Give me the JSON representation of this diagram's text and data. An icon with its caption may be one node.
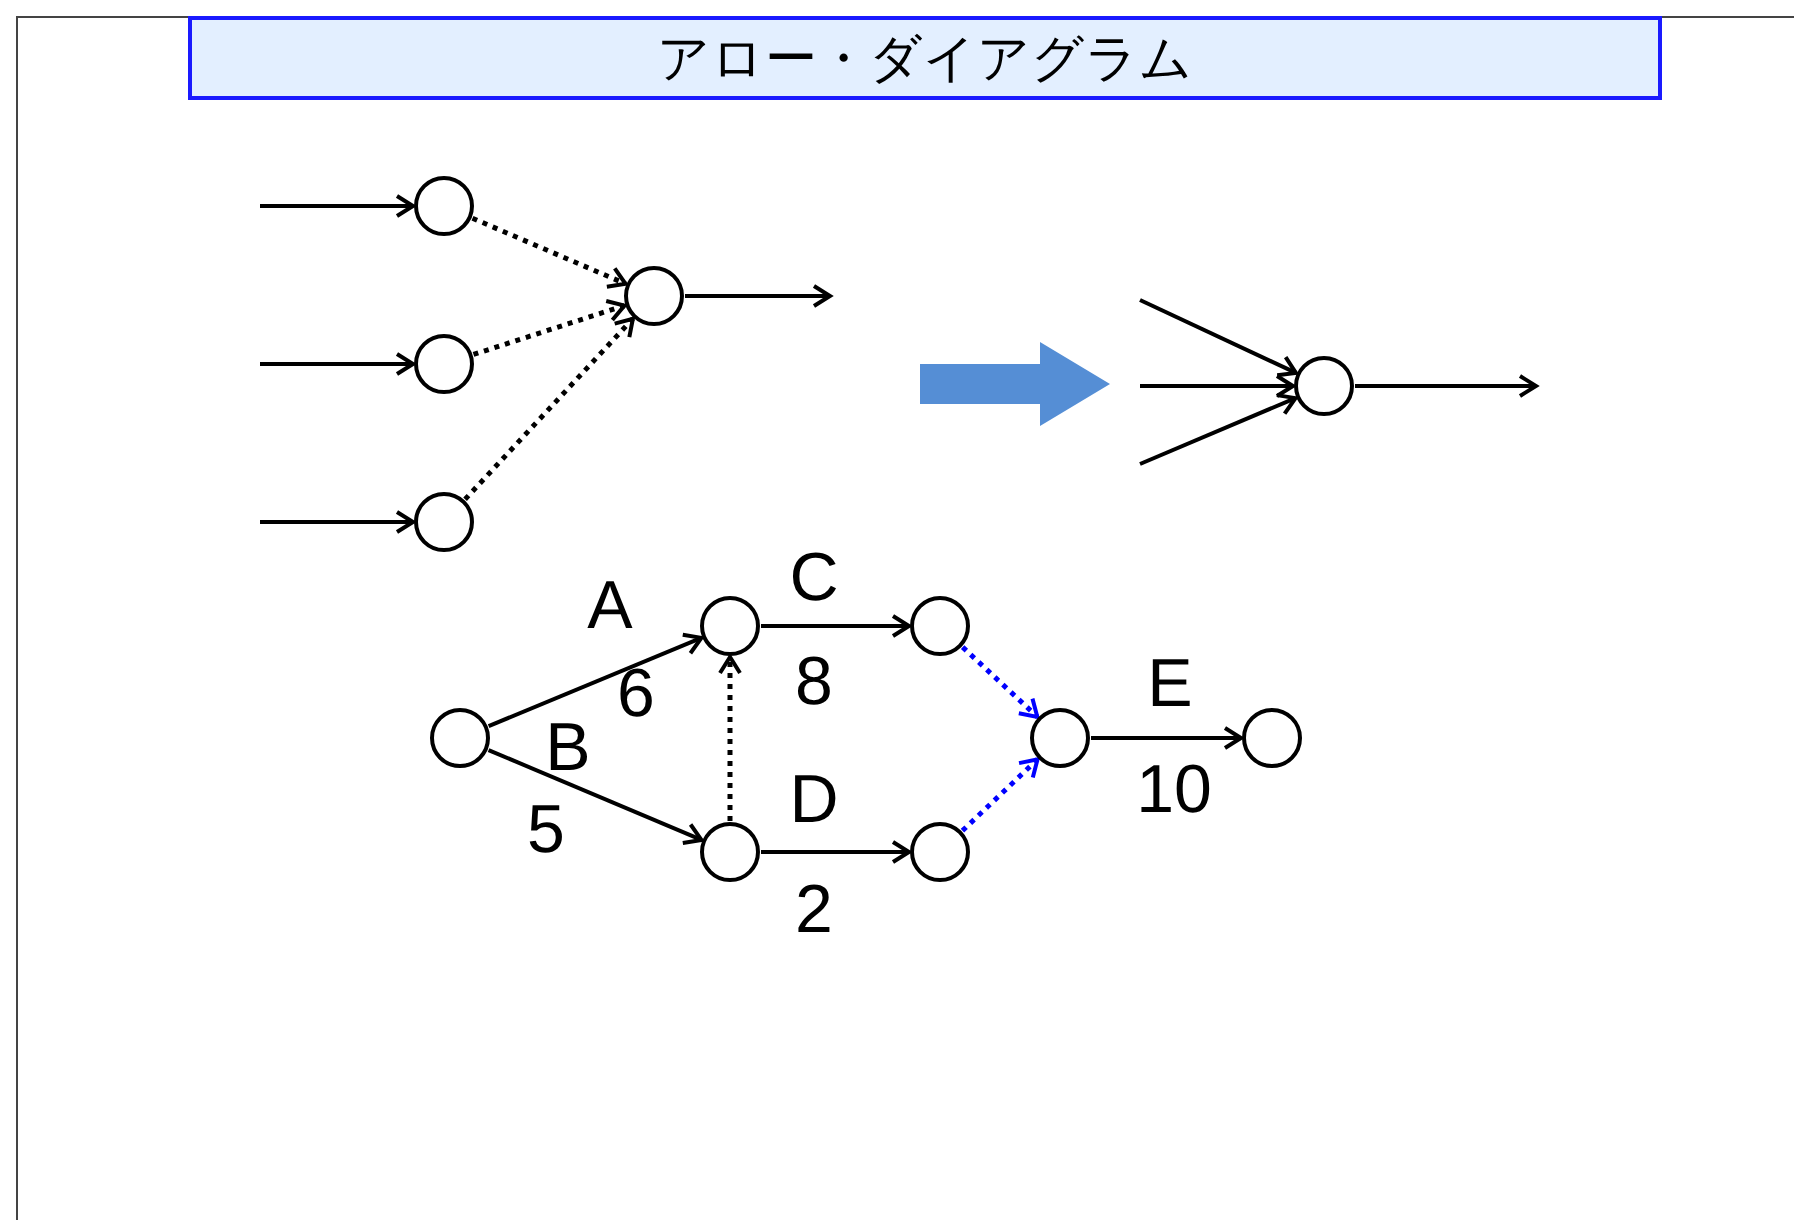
{
  "diagram": {
    "title": "アロー・ダイアグラム",
    "nodes": [
      {
        "text": [],
        "shape": "circle"
      },
      {
        "text": [],
        "shape": "circle"
      },
      {
        "text": [],
        "shape": "circle"
      },
      {
        "text": [],
        "shape": "circle"
      },
      {
        "text": [],
        "shape": "circle"
      },
      {
        "text": [],
        "shape": "circle"
      },
      {
        "text": [],
        "shape": "circle"
      },
      {
        "text": [],
        "shape": "circle"
      },
      {
        "text": [],
        "shape": "circle"
      },
      {
        "text": [],
        "shape": "circle"
      },
      {
        "text": [],
        "shape": "circle"
      },
      {
        "text": [],
        "shape": "circle"
      }
    ],
    "edges": [
      {
        "from": null,
        "to": 0,
        "arrow": "to"
      },
      {
        "from": null,
        "to": 1,
        "arrow": "to"
      },
      {
        "from": null,
        "to": 2,
        "arrow": "to"
      },
      {
        "from": 0,
        "to": 3,
        "arrow": "to",
        "style": "dashed"
      },
      {
        "from": 1,
        "to": 3,
        "arrow": "to",
        "style": "dashed"
      },
      {
        "from": 2,
        "to": 3,
        "arrow": "to",
        "style": "dashed"
      },
      {
        "from": 3,
        "to": null,
        "arrow": "to"
      },
      {
        "from": null,
        "to": 4,
        "arrow": "to"
      },
      {
        "from": null,
        "to": 4,
        "arrow": "to"
      },
      {
        "from": null,
        "to": 4,
        "arrow": "to"
      },
      {
        "from": 4,
        "to": null,
        "arrow": "to"
      },
      {
        "from": 5,
        "to": 6,
        "arrow": "to",
        "label": "A"
      },
      {
        "from": 5,
        "to": 7,
        "arrow": "to",
        "label": "B"
      },
      {
        "from": 7,
        "to": 6,
        "arrow": "to",
        "style": "dashed"
      },
      {
        "from": 6,
        "to": 8,
        "arrow": "to",
        "label": "C"
      },
      {
        "from": 7,
        "to": 9,
        "arrow": "to",
        "label": "D"
      },
      {
        "from": 8,
        "to": 10,
        "arrow": "to",
        "style": "dashed",
        "color": "#0000ff"
      },
      {
        "from": 9,
        "to": 10,
        "arrow": "to",
        "style": "dashed",
        "color": "#0000ff"
      },
      {
        "from": 10,
        "to": 11,
        "arrow": "to",
        "label": "E"
      }
    ],
    "labels": [
      "6",
      "8",
      "10",
      "5",
      "2"
    ]
  }
}
